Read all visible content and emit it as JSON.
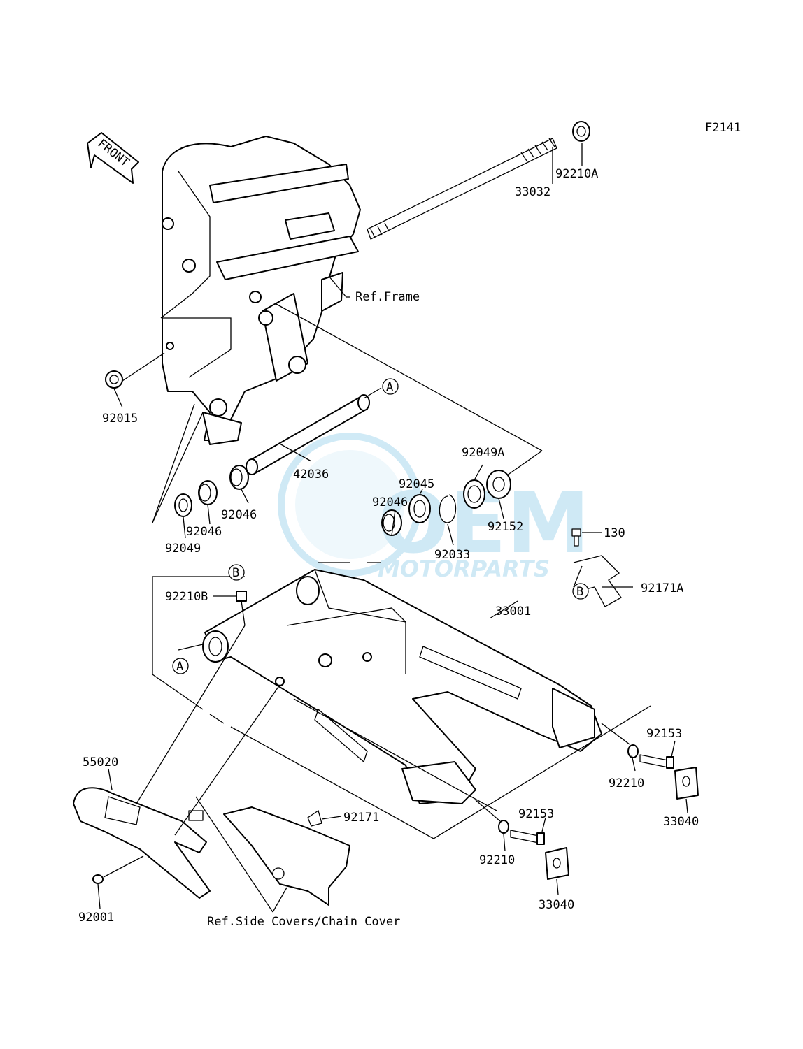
{
  "figure_code": "F2141",
  "front_arrow_text": "FRONT",
  "callouts": {
    "A": "A",
    "B": "B"
  },
  "part_labels": {
    "p92210A": "92210A",
    "p33032": "33032",
    "ref_frame": "Ref.Frame",
    "p92015": "92015",
    "p42036": "42036",
    "p92049A": "92049A",
    "p92045": "92045",
    "p92046_a": "92046",
    "p92046_b": "92046",
    "p92046_c": "92046",
    "p92152": "92152",
    "p92033": "92033",
    "p92049": "92049",
    "p130": "130",
    "p92171A": "92171A",
    "p92210B": "92210B",
    "p33001": "33001",
    "p92153_a": "92153",
    "p92210_a": "92210",
    "p33040_a": "33040",
    "p55020": "55020",
    "p92171": "92171",
    "p92153_b": "92153",
    "p92210_b": "92210",
    "p33040_b": "33040",
    "p92001": "92001",
    "ref_side": "Ref.Side Covers/Chain Cover"
  },
  "watermark": {
    "logo_text": "OEM",
    "sub_text": "MOTORPARTS",
    "color": "#2a9fd6"
  }
}
